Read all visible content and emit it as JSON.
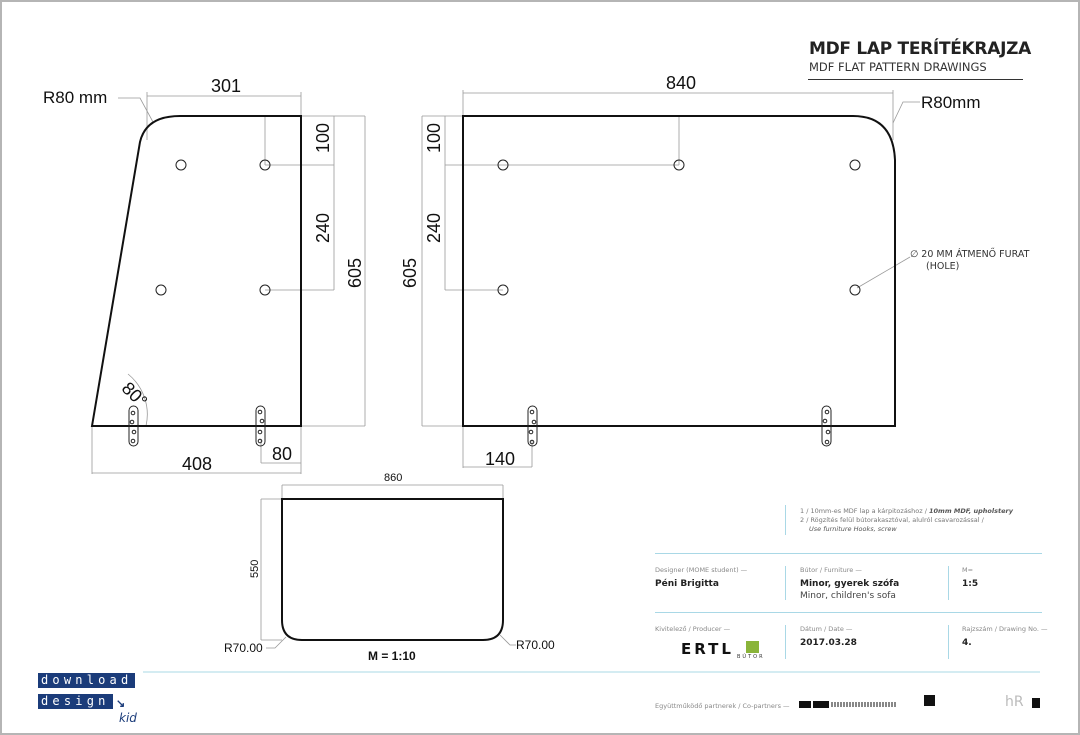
{
  "sheet": {
    "title": "MDF LAP TERÍTÉKRAJZA",
    "subtitle": "MDF FLAT PATTERN DRAWINGS"
  },
  "drawing_left": {
    "radius_label": "R80 mm",
    "top_width": "301",
    "hole_offset_top": "100",
    "hole_spacing": "240",
    "height": "605",
    "angle": "80°",
    "bottom_width": "408",
    "hook_offset": "80"
  },
  "drawing_right": {
    "width": "840",
    "radius_label": "R80mm",
    "hole_offset_top": "100",
    "hole_spacing": "240",
    "height": "605",
    "hook_offset": "140",
    "hole_note_line1": "∅ 20 MM ÁTMENŐ FURAT",
    "hole_note_line2": "(HOLE)"
  },
  "drawing_bottom": {
    "width": "860",
    "height": "550",
    "radius_left": "R70.00",
    "radius_right": "R70.00",
    "scale": "M = 1:10"
  },
  "notes": {
    "line1_hu": "1 / 10mm-es MDF lap a kárpitozáshoz / ",
    "line1_en": "10mm MDF, upholstery",
    "line2_hu": "2 / Rögzítés felül bútorakasztóval, alulról csavarozással /",
    "line2_en": "Use furniture Hooks, screw"
  },
  "title_block": {
    "designer_label": "Designer (MOME student) —",
    "designer_value": "Péni Brigitta",
    "furniture_label": "Bútor / Furniture —",
    "furniture_value_hu": "Minor, gyerek szófa",
    "furniture_value_en": "Minor, children's sofa",
    "scale_label": "M=",
    "scale_value": "1:5",
    "producer_label": "Kivitelező / Producer —",
    "producer_logo": "ERTL",
    "producer_logo_sub": "BÚTOR",
    "date_label": "Dátum / Date —",
    "date_value": "2017.03.28",
    "drawing_no_label": "Rajzszám / Drawing No. —",
    "drawing_no_value": "4.",
    "partners_label": "Együttműködő partnerek / Co-partners —"
  },
  "branding": {
    "line1": "download",
    "line2": "design",
    "line3": "kid"
  },
  "colors": {
    "brand_blue": "#1b3c7a",
    "rule_blue": "#a9d8e6",
    "ertl_green": "#8ab43a"
  }
}
